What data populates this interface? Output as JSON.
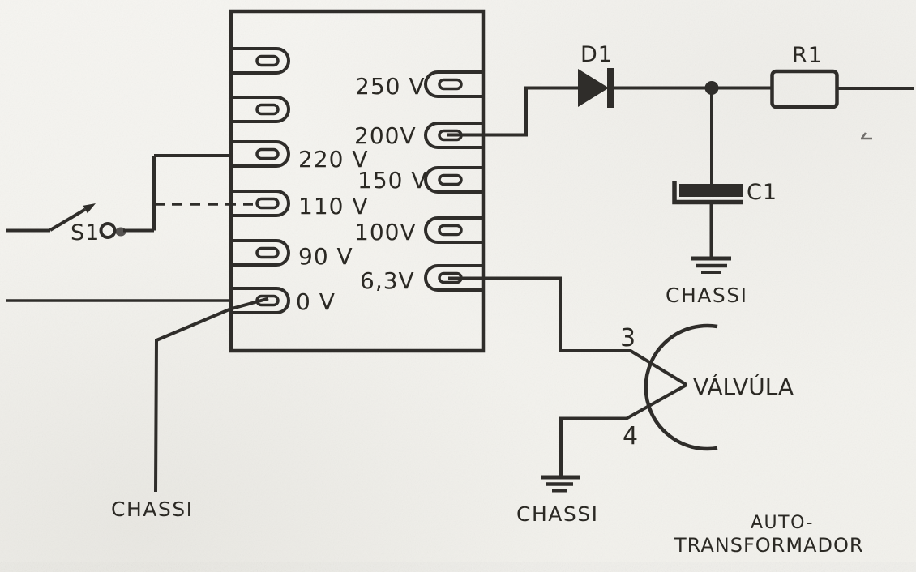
{
  "diagram": {
    "description": "autotransformer tube power supply schematic",
    "colors": {
      "ink": "#2f2d2a",
      "paper": "#f5f4f0"
    },
    "transformer": {
      "caption_line1": "AUTO-",
      "caption_line2": "TRANSFORMADOR",
      "left_taps": [
        {
          "label": ""
        },
        {
          "label": ""
        },
        {
          "label": "220 V"
        },
        {
          "label": "110 V"
        },
        {
          "label": "90 V"
        },
        {
          "label": "0 V"
        }
      ],
      "right_taps": [
        {
          "label": "250 V"
        },
        {
          "label": "200V"
        },
        {
          "label": "150 V"
        },
        {
          "label": "100V"
        },
        {
          "label": "6,3V"
        }
      ]
    },
    "switch": {
      "label": "S1"
    },
    "diode": {
      "label": "D1"
    },
    "resistor": {
      "label": "R1"
    },
    "capacitor": {
      "label": "C1"
    },
    "grounds": {
      "capacitor": "CHASSI",
      "heater": "CHASSI",
      "zero_tap": "CHASSI"
    },
    "valve": {
      "label": "VÁLVÚLA",
      "pin_top": "3",
      "pin_bottom": "4"
    }
  }
}
